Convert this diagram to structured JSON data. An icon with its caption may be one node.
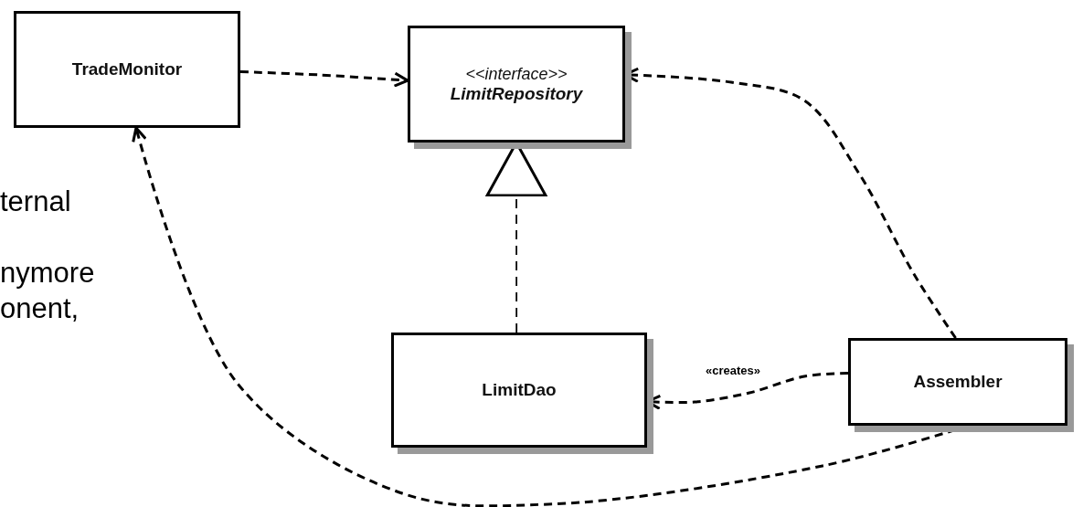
{
  "diagram": {
    "nodes": [
      {
        "text": [
          "TradeMonitor"
        ]
      },
      {
        "text": [
          "<<interface>>",
          "LimitRepository"
        ]
      },
      {
        "text": [
          "LimitDao"
        ]
      },
      {
        "text": [
          "Assembler"
        ]
      }
    ],
    "edges": [
      {
        "from": 0,
        "to": 1,
        "arrow": "to",
        "style": "dashed"
      },
      {
        "from": 2,
        "to": 1,
        "arrow": "to",
        "style": "dashed"
      },
      {
        "from": 3,
        "to": 2,
        "arrow": "to",
        "style": "dashed",
        "label": "«creates»"
      },
      {
        "from": 3,
        "to": 1,
        "arrow": "to",
        "style": "dashed"
      },
      {
        "from": 3,
        "to": 0,
        "arrow": "to",
        "style": "dashed"
      }
    ],
    "labels": [
      "ternal",
      "nymore",
      "onent,"
    ]
  }
}
